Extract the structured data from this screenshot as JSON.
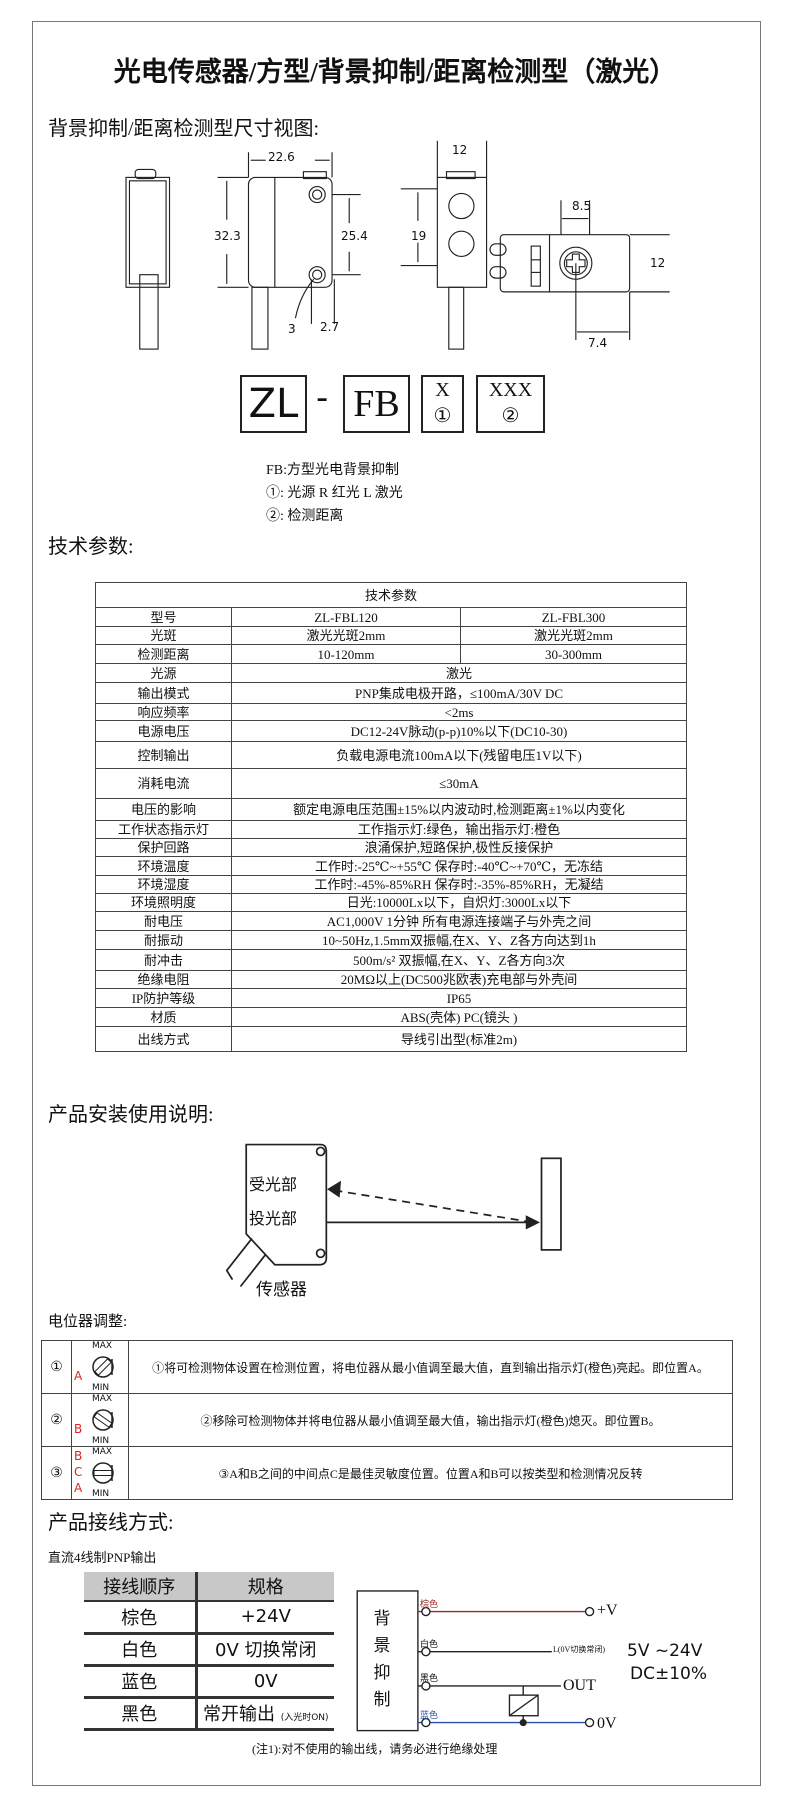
{
  "title": "光电传感器/方型/背景抑制/距离检测型（激光）",
  "dim_heading": "背景抑制/距离检测型尺寸视图:",
  "dims": {
    "w": "22.6",
    "h": "32.3",
    "hole_pitch": "25.4",
    "hole_d": "3",
    "hole_off": "2.7",
    "side_w": "12",
    "lens_pitch": "19",
    "top_a": "8.5",
    "top_h": "12",
    "top_b": "7.4"
  },
  "model_code": {
    "p1": "ZL",
    "dash": "-",
    "p2": "FB",
    "p3": "X",
    "p3_sub": "①",
    "p4": "XXX",
    "p4_sub": "②"
  },
  "legend": [
    "FB:方型光电背景抑制",
    "①:  光源   R 红光   L 激光",
    "②:  检测距离"
  ],
  "tech_heading": "技术参数:",
  "tech_table": {
    "title": "技术参数",
    "rows": [
      [
        "型号",
        "ZL-FBL120",
        "ZL-FBL300"
      ],
      [
        "光斑",
        "激光光斑2mm",
        "激光光斑2mm"
      ],
      [
        "检测距离",
        "10-120mm",
        "30-300mm"
      ],
      [
        "光源",
        "激光"
      ],
      [
        "输出模式",
        "PNP集成电极开路，≤100mA/30V DC"
      ],
      [
        "响应频率",
        "<2ms"
      ],
      [
        "电源电压",
        "DC12-24V脉动(p-p)10%以下(DC10-30)"
      ],
      [
        "控制输出",
        "负载电源电流100mA以下(残留电压1V以下)"
      ],
      [
        "消耗电流",
        "≤30mA"
      ],
      [
        "电压的影响",
        "额定电源电压范围±15%以内波动时,检测距离±1%以内变化"
      ],
      [
        "工作状态指示灯",
        "工作指示灯:绿色，输出指示灯:橙色"
      ],
      [
        "保护回路",
        "浪涌保护,短路保护,极性反接保护"
      ],
      [
        "环境温度",
        "工作时:-25℃~+55℃  保存时:-40℃~+70℃，无冻结"
      ],
      [
        "环境湿度",
        "工作时:-45%-85%RH  保存时:-35%-85%RH，无凝结"
      ],
      [
        "环境照明度",
        "日光:10000Lx以下，自炽灯:3000Lx以下"
      ],
      [
        "耐电压",
        "AC1,000V 1分钟  所有电源连接端子与外壳之间"
      ],
      [
        "耐振动",
        "10~50Hz,1.5mm双振幅,在X、Y、Z各方向达到1h"
      ],
      [
        "耐冲击",
        "500m/s² 双振幅,在X、Y、Z各方向3次"
      ],
      [
        "绝缘电阻",
        "20MΩ以上(DC500兆欧表)充电部与外壳间"
      ],
      [
        "IP防护等级",
        "IP65"
      ],
      [
        "材质",
        "ABS(壳体)    PC(镜头 )"
      ],
      [
        "出线方式",
        "导线引出型(标准2m)"
      ]
    ]
  },
  "install_heading": "产品安装使用说明:",
  "install": {
    "receiver": "受光部",
    "emitter": "投光部",
    "sensor": "传感器"
  },
  "pot_heading": "电位器调整:",
  "pot_rows": [
    {
      "num": "①",
      "letters": [
        "A"
      ],
      "max": "MAX",
      "min": "MIN",
      "text": "①将可检测物体设置在检测位置，将电位器从最小值调至最大值，直到输出指示灯(橙色)亮起。即位置A。"
    },
    {
      "num": "②",
      "letters": [
        "B"
      ],
      "max": "MAX",
      "min": "MIN",
      "text": "②移除可检测物体并将电位器从最小值调至最大值，输出指示灯(橙色)熄灭。即位置B。"
    },
    {
      "num": "③",
      "letters": [
        "B",
        "C",
        "A"
      ],
      "max": "MAX",
      "min": "MIN",
      "text": "③A和B之间的中间点C是最佳灵敏度位置。位置A和B可以按类型和检测情况反转"
    }
  ],
  "wiring_heading": "产品接线方式:",
  "wiring_sub": "直流4线制PNP输出",
  "wiring_table": {
    "headers": [
      "接线顺序",
      "规格"
    ],
    "rows": [
      [
        "棕色",
        "+24V"
      ],
      [
        "白色",
        "0V 切换常闭"
      ],
      [
        "蓝色",
        "0V"
      ],
      [
        "黑色",
        "常开输出"
      ]
    ],
    "note_small": "(入光时ON)"
  },
  "circuit": {
    "box": "背景抑制",
    "brown": "棕色",
    "white": "白色",
    "black": "黑色",
    "blue": "蓝色",
    "plus_v": "+V",
    "l_label": "L(0V切换常闭)",
    "out": "OUT",
    "zero_v": "0V",
    "supply1": "5V ~24V",
    "supply2": "DC±10%",
    "colors": {
      "brown": "#9b2a22",
      "blue": "#2a4fa8"
    }
  },
  "note": "(注1):对不使用的输出线，请务必进行绝缘处理"
}
